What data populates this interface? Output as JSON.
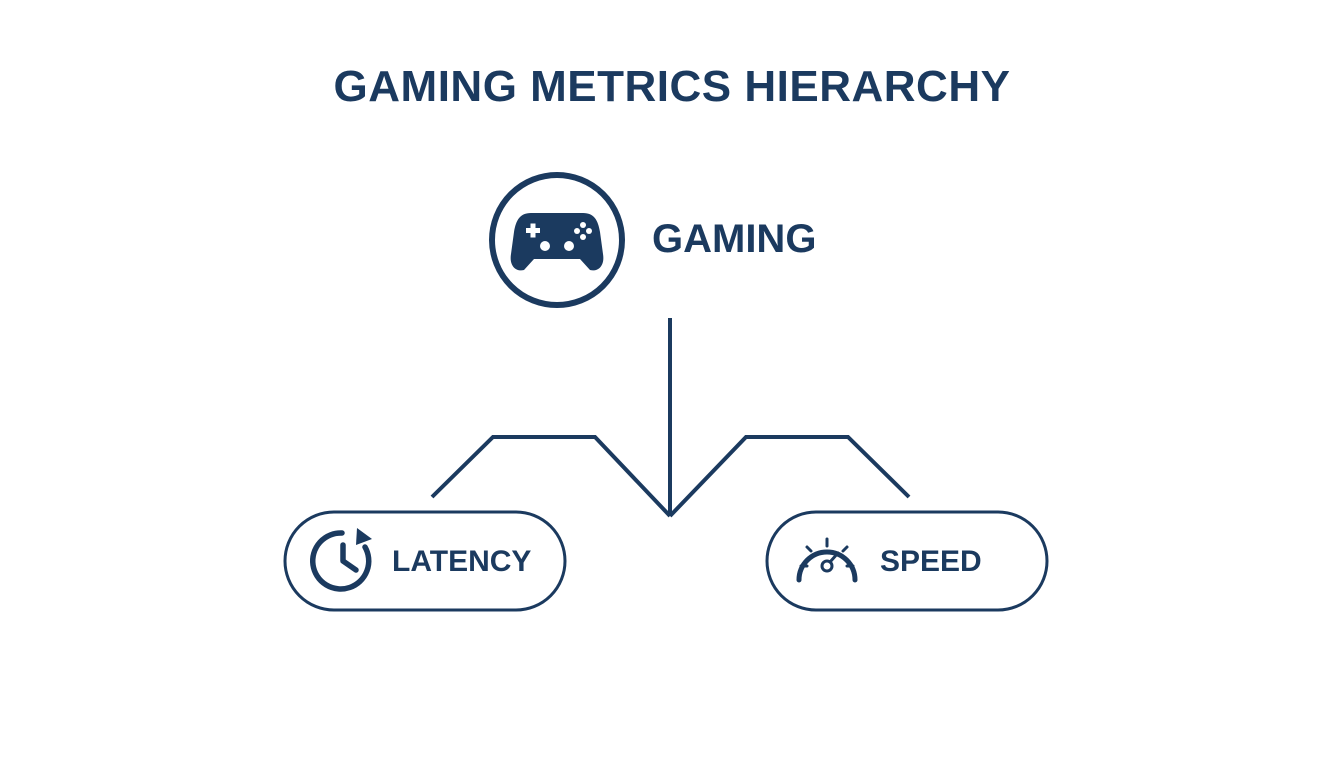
{
  "title": "GAMING METRICS HIERARCHY",
  "colors": {
    "primary": "#1b3a5f",
    "background": "#ffffff"
  },
  "nodes": {
    "root": {
      "label": "GAMING",
      "icon": "gamepad-icon"
    },
    "left": {
      "label": "LATENCY",
      "icon": "clock-refresh-icon"
    },
    "right": {
      "label": "SPEED",
      "icon": "speedometer-icon"
    }
  }
}
